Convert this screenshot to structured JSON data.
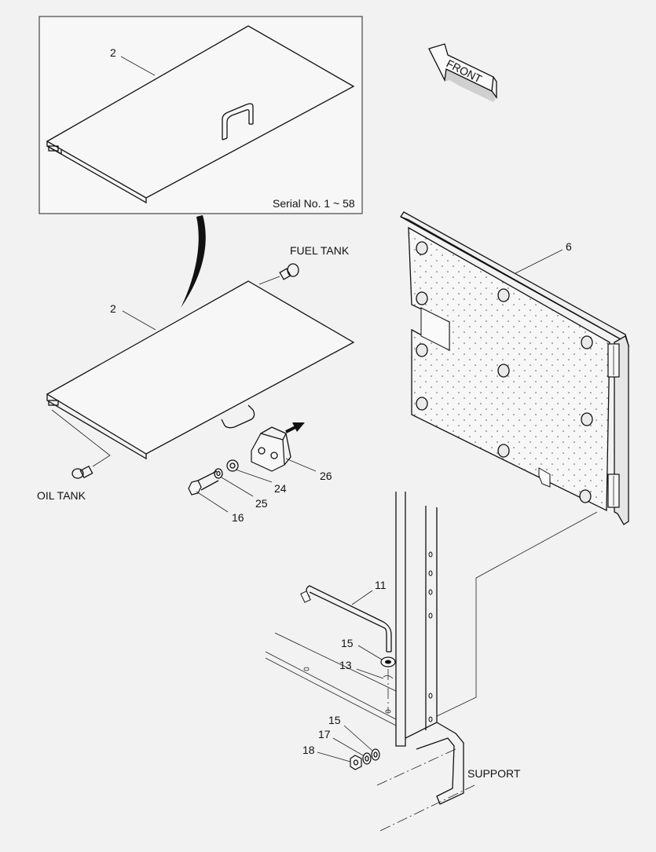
{
  "inset": {
    "serial_text": "Serial No. 1 ~ 58"
  },
  "direction": {
    "front_label": "FRONT"
  },
  "callouts": {
    "fuel_tank": "FUEL TANK",
    "oil_tank": "OIL TANK",
    "support": "SUPPORT"
  },
  "part_numbers": {
    "inset_cover": "2",
    "cover": "2",
    "panel": "6",
    "rod": "11",
    "pin": "13",
    "washer_upper": "15",
    "washer_lower": "15",
    "bolt": "16",
    "lock_washer": "17",
    "nut": "18",
    "flat_washer": "24",
    "spring_washer": "25",
    "bracket": "26"
  }
}
